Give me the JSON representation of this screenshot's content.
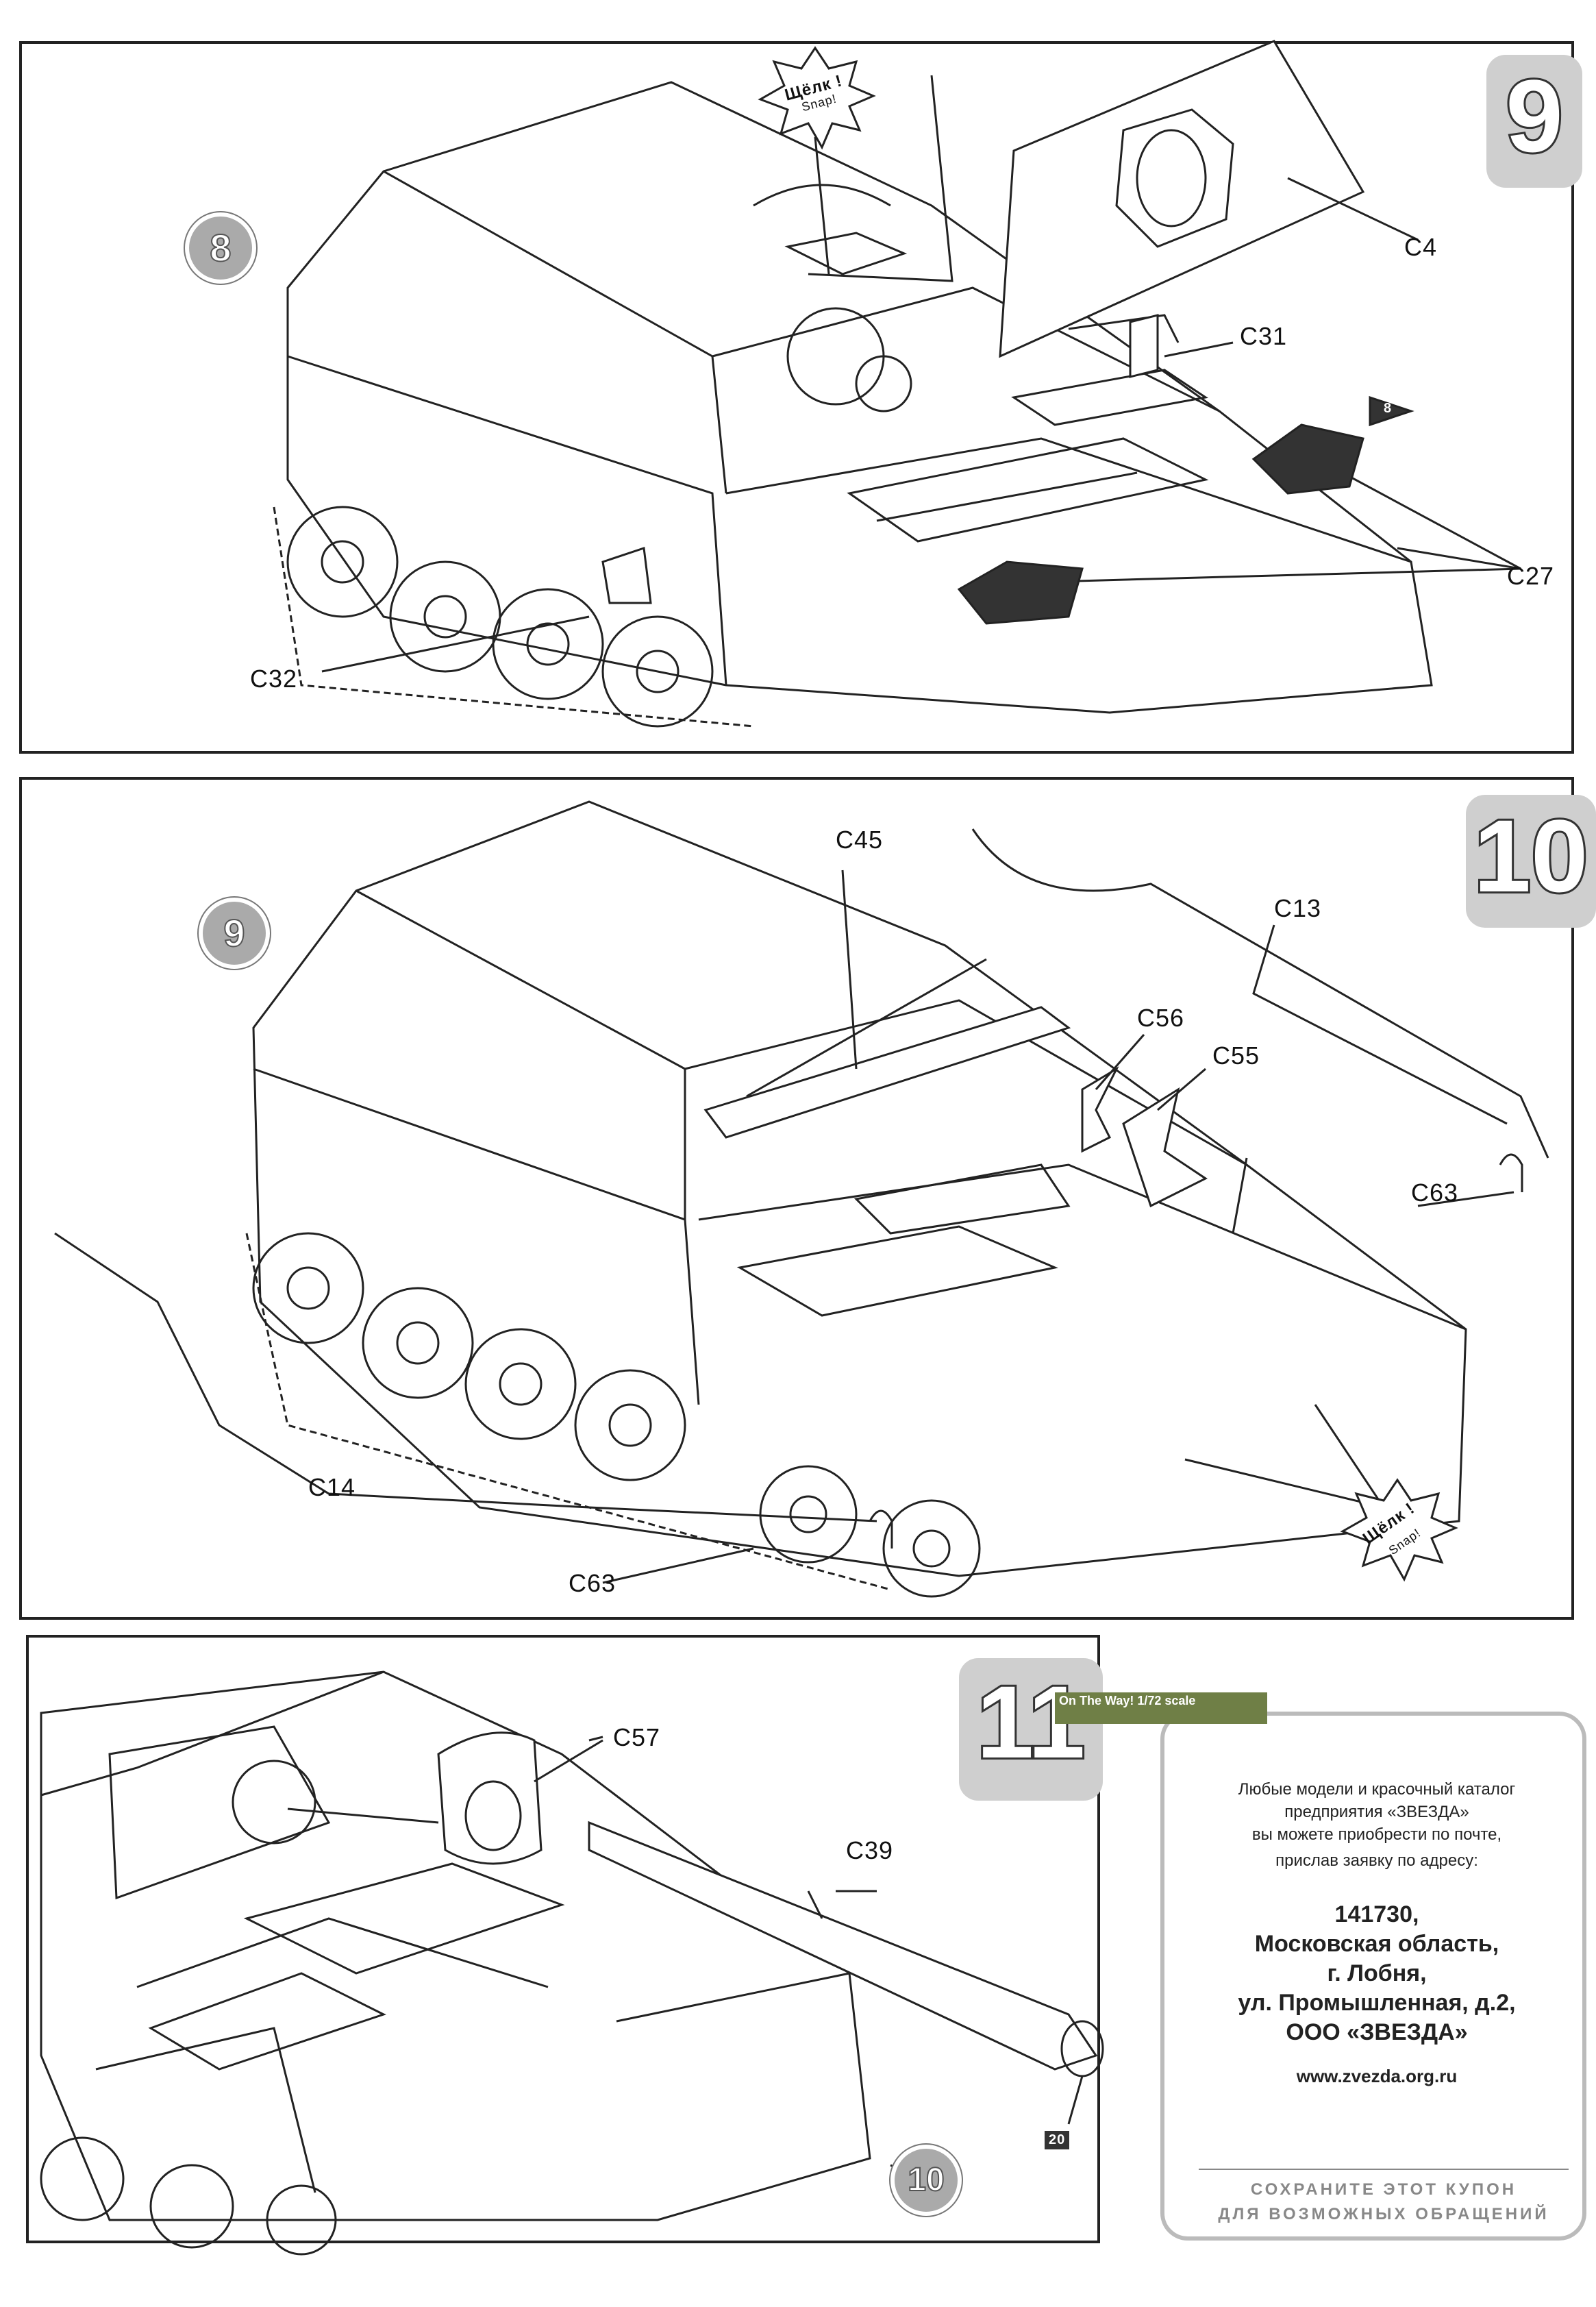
{
  "steps": {
    "step9": "9",
    "step10": "10",
    "step11": "11"
  },
  "bubbles": {
    "b8": "8",
    "b9": "9",
    "b10": "10",
    "b8_small": "8",
    "b20": "20"
  },
  "snap": {
    "ru": "Щёлк !",
    "en": "Snap!"
  },
  "parts": {
    "C4": "C4",
    "C31": "C31",
    "C27": "C27",
    "C32": "C32",
    "C45": "C45",
    "C13": "C13",
    "C56": "C56",
    "C55": "C55",
    "C63a": "C63",
    "C14": "C14",
    "C63b": "C63",
    "C57": "C57",
    "C39": "C39"
  },
  "coupon": {
    "header": "On The Way! 1/72 scale",
    "line1": "Любые модели и красочный каталог",
    "line2": "предприятия «ЗВЕЗДА»",
    "line3": "вы можете приобрести по почте,",
    "line4": "прислав заявку по адресу:",
    "addr1": "141730,",
    "addr2": "Московская область,",
    "addr3": "г. Лобня,",
    "addr4": "ул. Промышленная, д.2,",
    "addr5": "ООО «ЗВЕЗДА»",
    "website": "www.zvezda.org.ru",
    "footer1": "СОХРАНИТЕ ЭТОТ КУПОН",
    "footer2": "ДЛЯ ВОЗМОЖНЫХ ОБРАЩЕНИЙ"
  },
  "colors": {
    "line": "#222222",
    "badge": "#aaaaaa",
    "mesh": "#333333"
  }
}
